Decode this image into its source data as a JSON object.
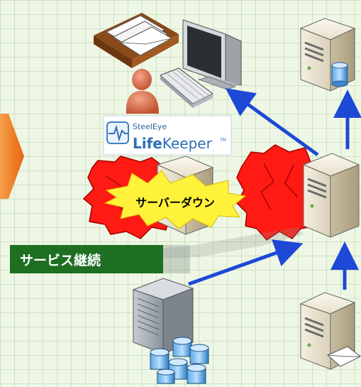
{
  "logo": {
    "brand_small": "SteelEye",
    "product_bold": "Life",
    "product_light": "Keeper",
    "trademark": "TM"
  },
  "labels": {
    "server_down": "サーバーダウン",
    "service_continue": "サービス継続"
  },
  "colors": {
    "arrow": "#1d49d6",
    "banner": "#1f6f22",
    "burst": "#ff1010",
    "burst_yellow": "#fff23a",
    "accent_orange": "#f07a1a"
  }
}
